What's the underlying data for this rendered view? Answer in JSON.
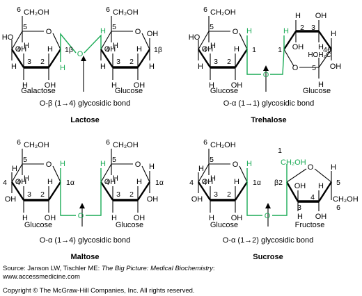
{
  "panels": {
    "lactose": {
      "name": "Lactose",
      "sugar_left": "Galactose",
      "sugar_right": "Glucose",
      "bond": "O-β (1→4) glycosidic bond",
      "anomer": "1β",
      "right_anomer": "1β"
    },
    "trehalose": {
      "name": "Trehalose",
      "sugar_left": "Glucose",
      "sugar_right": "Glucose",
      "bond": "O-α (1→1) glycosidic bond",
      "fragment": "HOH₂C"
    },
    "maltose": {
      "name": "Maltose",
      "sugar_left": "Glucose",
      "sugar_right": "Glucose",
      "bond": "O-α (1→4) glycosidic bond",
      "anomer": "1α",
      "right_anomer": "1α"
    },
    "sucrose": {
      "name": "Sucrose",
      "sugar_left": "Glucose",
      "sugar_right": "Fructose",
      "bond": "O-α (1→2) glycosidic bond",
      "anomer": "1α",
      "fru_anomer": "β2"
    }
  },
  "atoms": {
    "ch2oh": "CH₂OH",
    "oh": "OH",
    "ho": "HO",
    "h": "H",
    "o": "O"
  },
  "colors": {
    "bond_green": "#1aaa55",
    "ink": "#000000"
  },
  "footer": {
    "source_prefix": "Source: Janson LW, Tischler ME: ",
    "source_title": "The Big Picture: Medical Biochemistry",
    "source_suffix": ":",
    "url": "www.accessmedicine.com",
    "copyright": "Copyright © The McGraw-Hill Companies, Inc. All rights reserved."
  }
}
